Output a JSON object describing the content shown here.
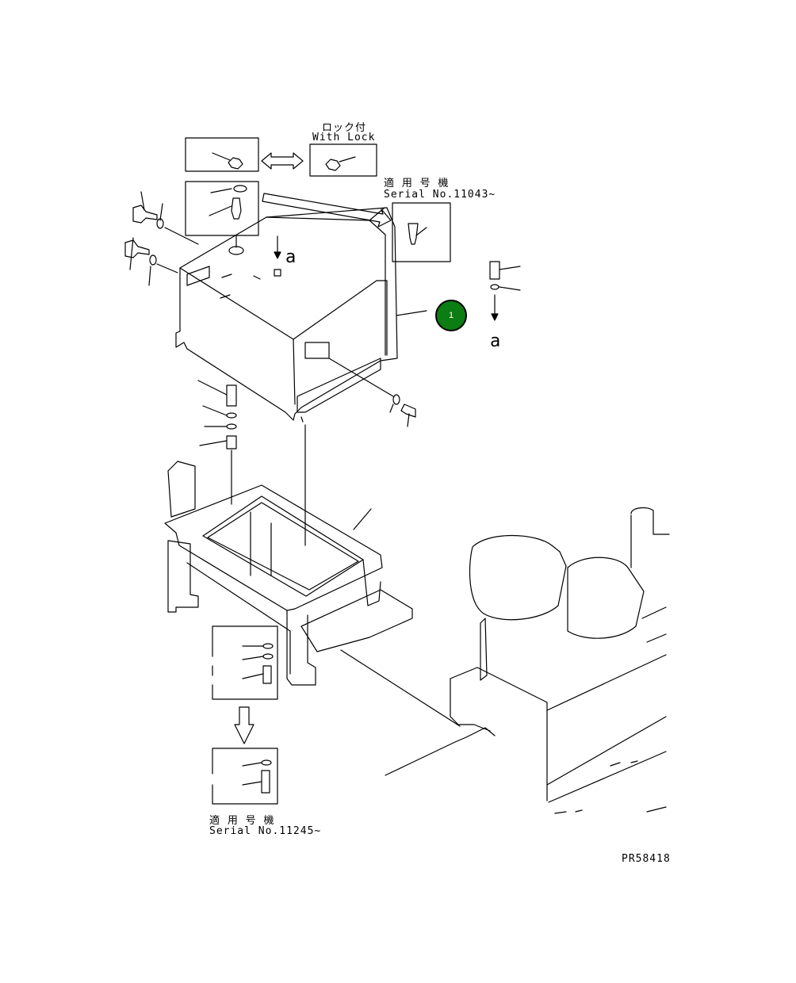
{
  "labels": {
    "lock_jp": "ロック付",
    "lock_en": "With Lock",
    "serial_jp_top": "適 用 号 機",
    "serial_top": "Serial No.11043~",
    "serial_jp_bottom": "適 用 号 機",
    "serial_bottom": "Serial No.11245~",
    "view_a_top": "a",
    "view_a_right": "a",
    "drawing_no": "PR58418"
  },
  "callouts": [
    {
      "number": "1",
      "color": "#0b7d12"
    }
  ]
}
